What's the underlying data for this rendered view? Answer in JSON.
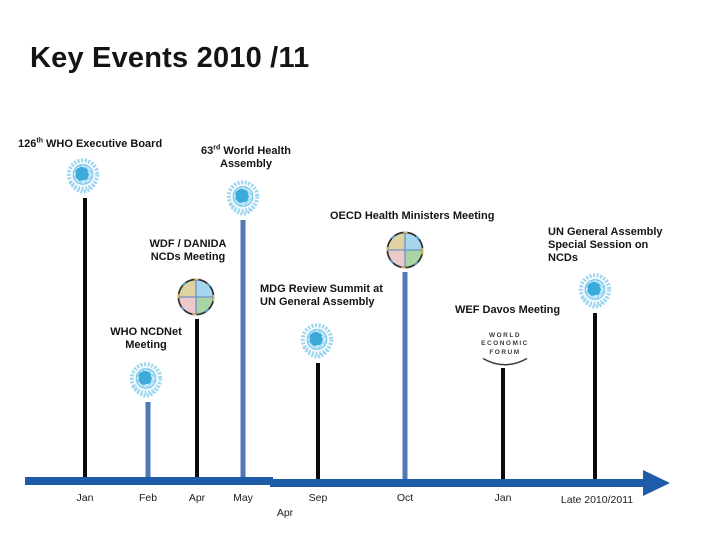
{
  "slide": {
    "title": "Key Events 2010 /11"
  },
  "colors": {
    "background": "#ffffff",
    "title_text": "#141414",
    "label_text": "#141414",
    "axis_blue": "#1f5ca8",
    "marker_steel_blue": "#4f7ab3",
    "marker_black": "#0a0a0a",
    "who_emblem_blue": "#58bae5",
    "globe_quadrants": [
      "#ded2a0",
      "#a6d6ee",
      "#edcaca",
      "#abd4a4"
    ]
  },
  "timeline": {
    "months": [
      {
        "label": "Jan"
      },
      {
        "label": "Feb"
      },
      {
        "label": "Apr"
      },
      {
        "label": "May"
      },
      {
        "label": "Apr"
      },
      {
        "label": "Sep"
      },
      {
        "label": "Oct"
      },
      {
        "label": "Jan"
      },
      {
        "label": "Late 2010/2011"
      }
    ]
  },
  "events": [
    {
      "num": "126",
      "ordinal": "th",
      "rest": " WHO Executive Board",
      "icon": "who-emblem",
      "marker_color": "black"
    },
    {
      "num": "63",
      "ordinal": "rd",
      "rest": " World Health\nAssembly",
      "icon": "who-emblem",
      "marker_color": "steel-blue"
    },
    {
      "label": "WDF / DANIDA\nNCDs Meeting",
      "icon": "globe",
      "marker_color": "black"
    },
    {
      "label": "OECD Health Ministers Meeting",
      "icon": "globe",
      "marker_color": "steel-blue"
    },
    {
      "label": "MDG Review Summit at\nUN General Assembly",
      "icon": "who-emblem",
      "marker_color": "black"
    },
    {
      "label": "UN General Assembly\nSpecial Session on\nNCDs",
      "icon": "who-emblem",
      "marker_color": "black"
    },
    {
      "label": "WHO NCDNet\nMeeting",
      "icon": "who-emblem",
      "marker_color": "steel-blue"
    },
    {
      "label": "WEF Davos Meeting",
      "icon": "wef-logo",
      "marker_color": "black",
      "logo_lines": [
        "WORLD",
        "ECONOMIC",
        "FORUM"
      ]
    }
  ]
}
